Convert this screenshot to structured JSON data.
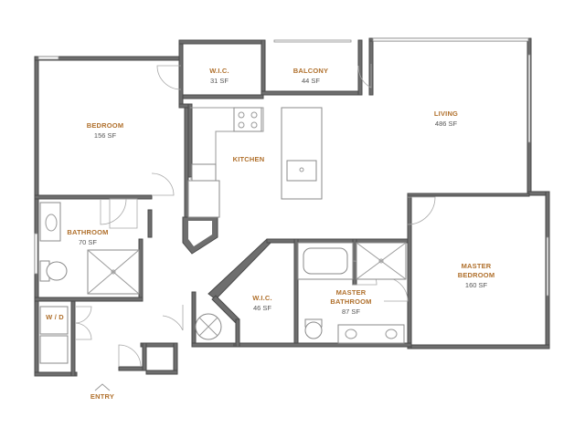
{
  "rooms": {
    "wic_top": {
      "name": "W.I.C.",
      "area": "31 SF"
    },
    "balcony": {
      "name": "BALCONY",
      "area": "44 SF"
    },
    "bedroom": {
      "name": "BEDROOM",
      "area": "156 SF"
    },
    "living": {
      "name": "LIVING",
      "area": "486 SF"
    },
    "kitchen": {
      "name": "KITCHEN"
    },
    "bathroom": {
      "name": "BATHROOM",
      "area": "70 SF"
    },
    "master_bedroom": {
      "name_line1": "MASTER",
      "name_line2": "BEDROOM",
      "area": "160 SF"
    },
    "wic_master": {
      "name": "W.I.C.",
      "area": "46 SF"
    },
    "master_bathroom": {
      "name_line1": "MASTER",
      "name_line2": "BATHROOM",
      "area": "87 SF"
    },
    "laundry": {
      "name": "W / D"
    }
  },
  "entry": {
    "label": "ENTRY"
  },
  "colors": {
    "label": "#b0702c",
    "area": "#555555",
    "wall": "#6e6e6e"
  }
}
